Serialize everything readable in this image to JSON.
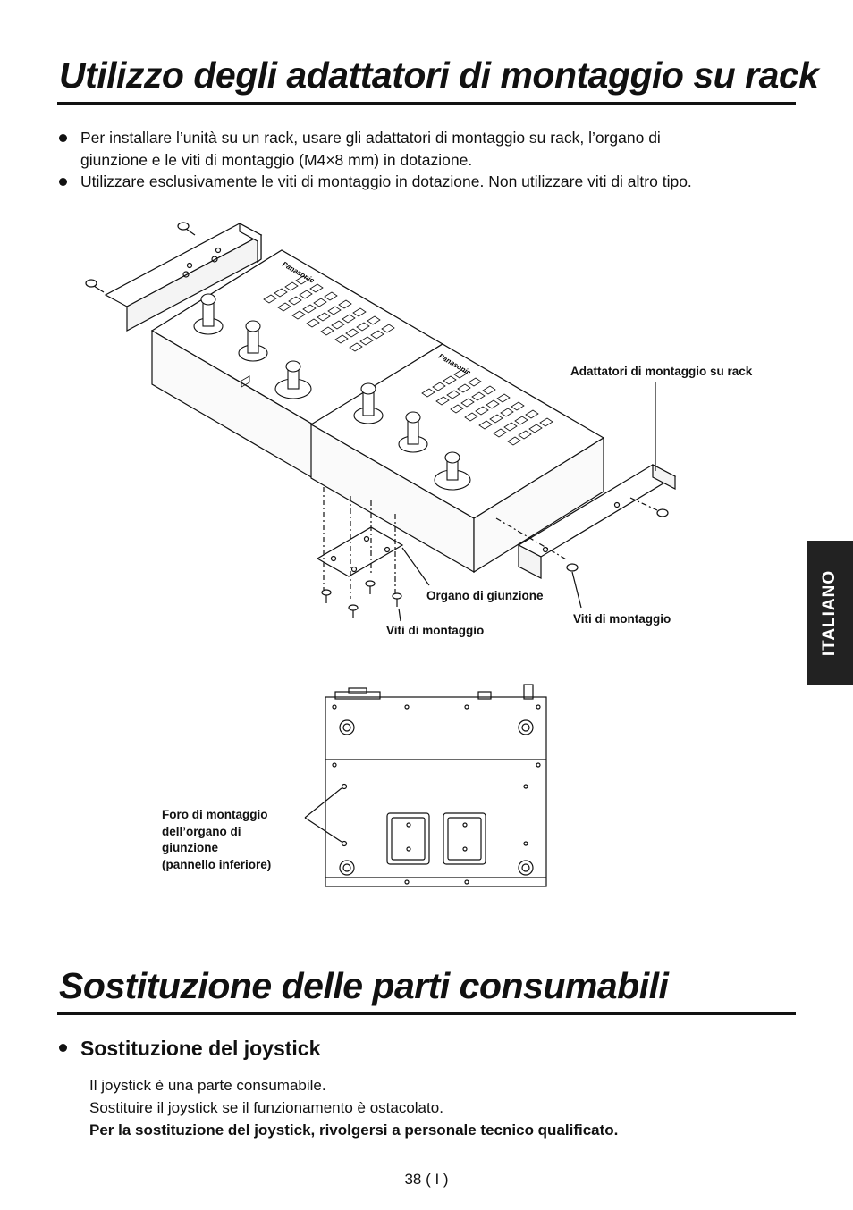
{
  "section1": {
    "title": "Utilizzo degli adattatori di montaggio su rack",
    "bullets": [
      "Per installare l’unità su un rack, usare gli adattatori di montaggio su rack, l’organo di",
      "giunzione e le viti di montaggio (M4×8 mm) in dotazione.",
      "Utilizzare esclusivamente le viti di montaggio in dotazione. Non utilizzare viti di altro tipo."
    ]
  },
  "side_tab": "ITALIANO",
  "figure1": {
    "brand_left": "Panasonic",
    "brand_right": "Panasonic",
    "label_rack_adapters": "Adattatori di montaggio su rack",
    "label_joint": "Organo di giunzione",
    "label_screws_left": "Viti di montaggio",
    "label_screws_right": "Viti di montaggio"
  },
  "figure2": {
    "label_lines": [
      "Foro di montaggio",
      "dell’organo di",
      "giunzione",
      "(pannello inferiore)"
    ]
  },
  "section2": {
    "title": "Sostituzione delle parti consumabili",
    "subtitle": "Sostituzione del joystick",
    "lines": [
      "Il joystick è una parte consumabile.",
      "Sostituire il joystick se il funzionamento è ostacolato.",
      "Per la sostituzione del joystick, rivolgersi a personale tecnico qualificato."
    ]
  },
  "page_number": "38 ( I )"
}
